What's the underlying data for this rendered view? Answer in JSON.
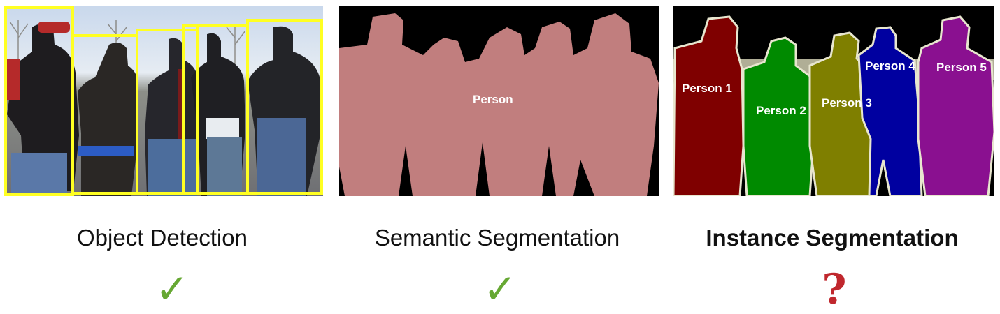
{
  "captions": {
    "object_detection": "Object Detection",
    "semantic_segmentation": "Semantic Segmentation",
    "instance_segmentation": "Instance Segmentation"
  },
  "marks": {
    "object_detection": "✓",
    "semantic_segmentation": "✓",
    "instance_segmentation": "?"
  },
  "semantic_label": "Person",
  "instance_labels": [
    "Person 1",
    "Person 2",
    "Person 3",
    "Person 4",
    "Person 5"
  ],
  "colors": {
    "box": "#ffff22",
    "semantic_fill": "#c17e7e",
    "instance_fills": [
      "#7f0000",
      "#008a00",
      "#7f7f00",
      "#0000a0",
      "#8a1090"
    ],
    "outline": "#e8e6cf",
    "check": "#66a833",
    "question": "#c0272d"
  }
}
